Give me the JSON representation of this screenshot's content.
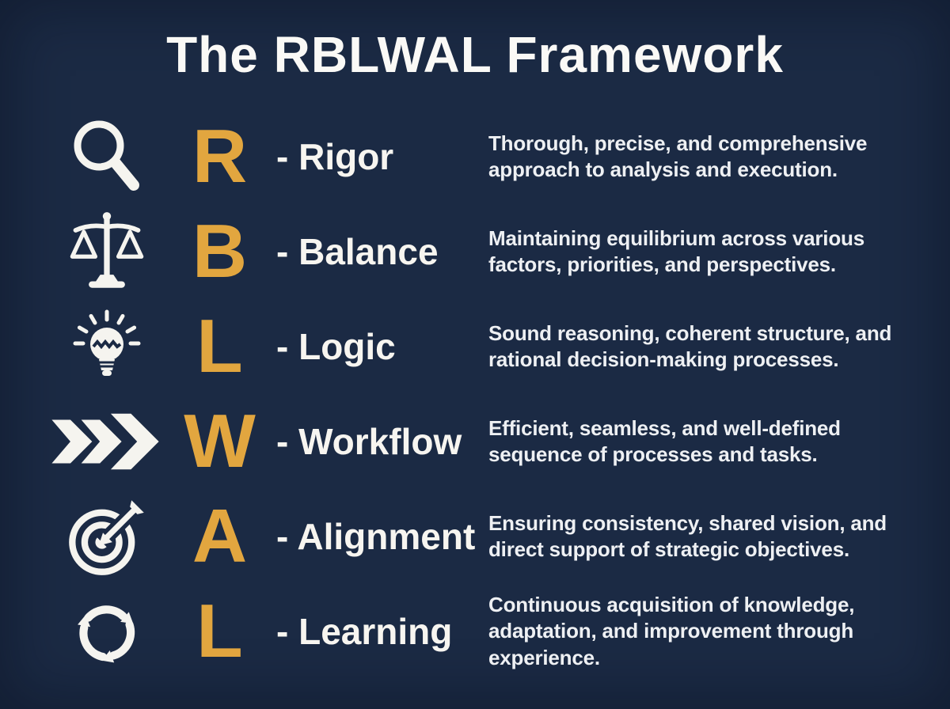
{
  "title": "The RBLWAL Framework",
  "colors": {
    "background": "#1b2a44",
    "accent_gold": "#e2a63f",
    "text_white": "#f7f5f0",
    "icon_white": "#f5f4ef"
  },
  "rows": [
    {
      "icon": "search-icon",
      "letter": "R",
      "label": "- Rigor",
      "description": "Thorough, precise, and comprehensive approach to analysis and execution."
    },
    {
      "icon": "balance-scale-icon",
      "letter": "B",
      "label": "- Balance",
      "description": "Maintaining equilibrium across various factors, priorities, and perspectives."
    },
    {
      "icon": "lightbulb-icon",
      "letter": "L",
      "label": "- Logic",
      "description": "Sound reasoning, coherent structure, and rational decision-making processes."
    },
    {
      "icon": "chevrons-icon",
      "letter": "W",
      "label": "- Workflow",
      "description": "Efficient, seamless, and well-defined sequence of processes and tasks."
    },
    {
      "icon": "target-icon",
      "letter": "A",
      "label": "- Alignment",
      "description": "Ensuring consistency, shared vision, and direct support of strategic objectives."
    },
    {
      "icon": "cycle-icon",
      "letter": "L",
      "label": "- Learning",
      "description": "Continuous acquisition of knowledge, adaptation, and improvement through experience."
    }
  ]
}
